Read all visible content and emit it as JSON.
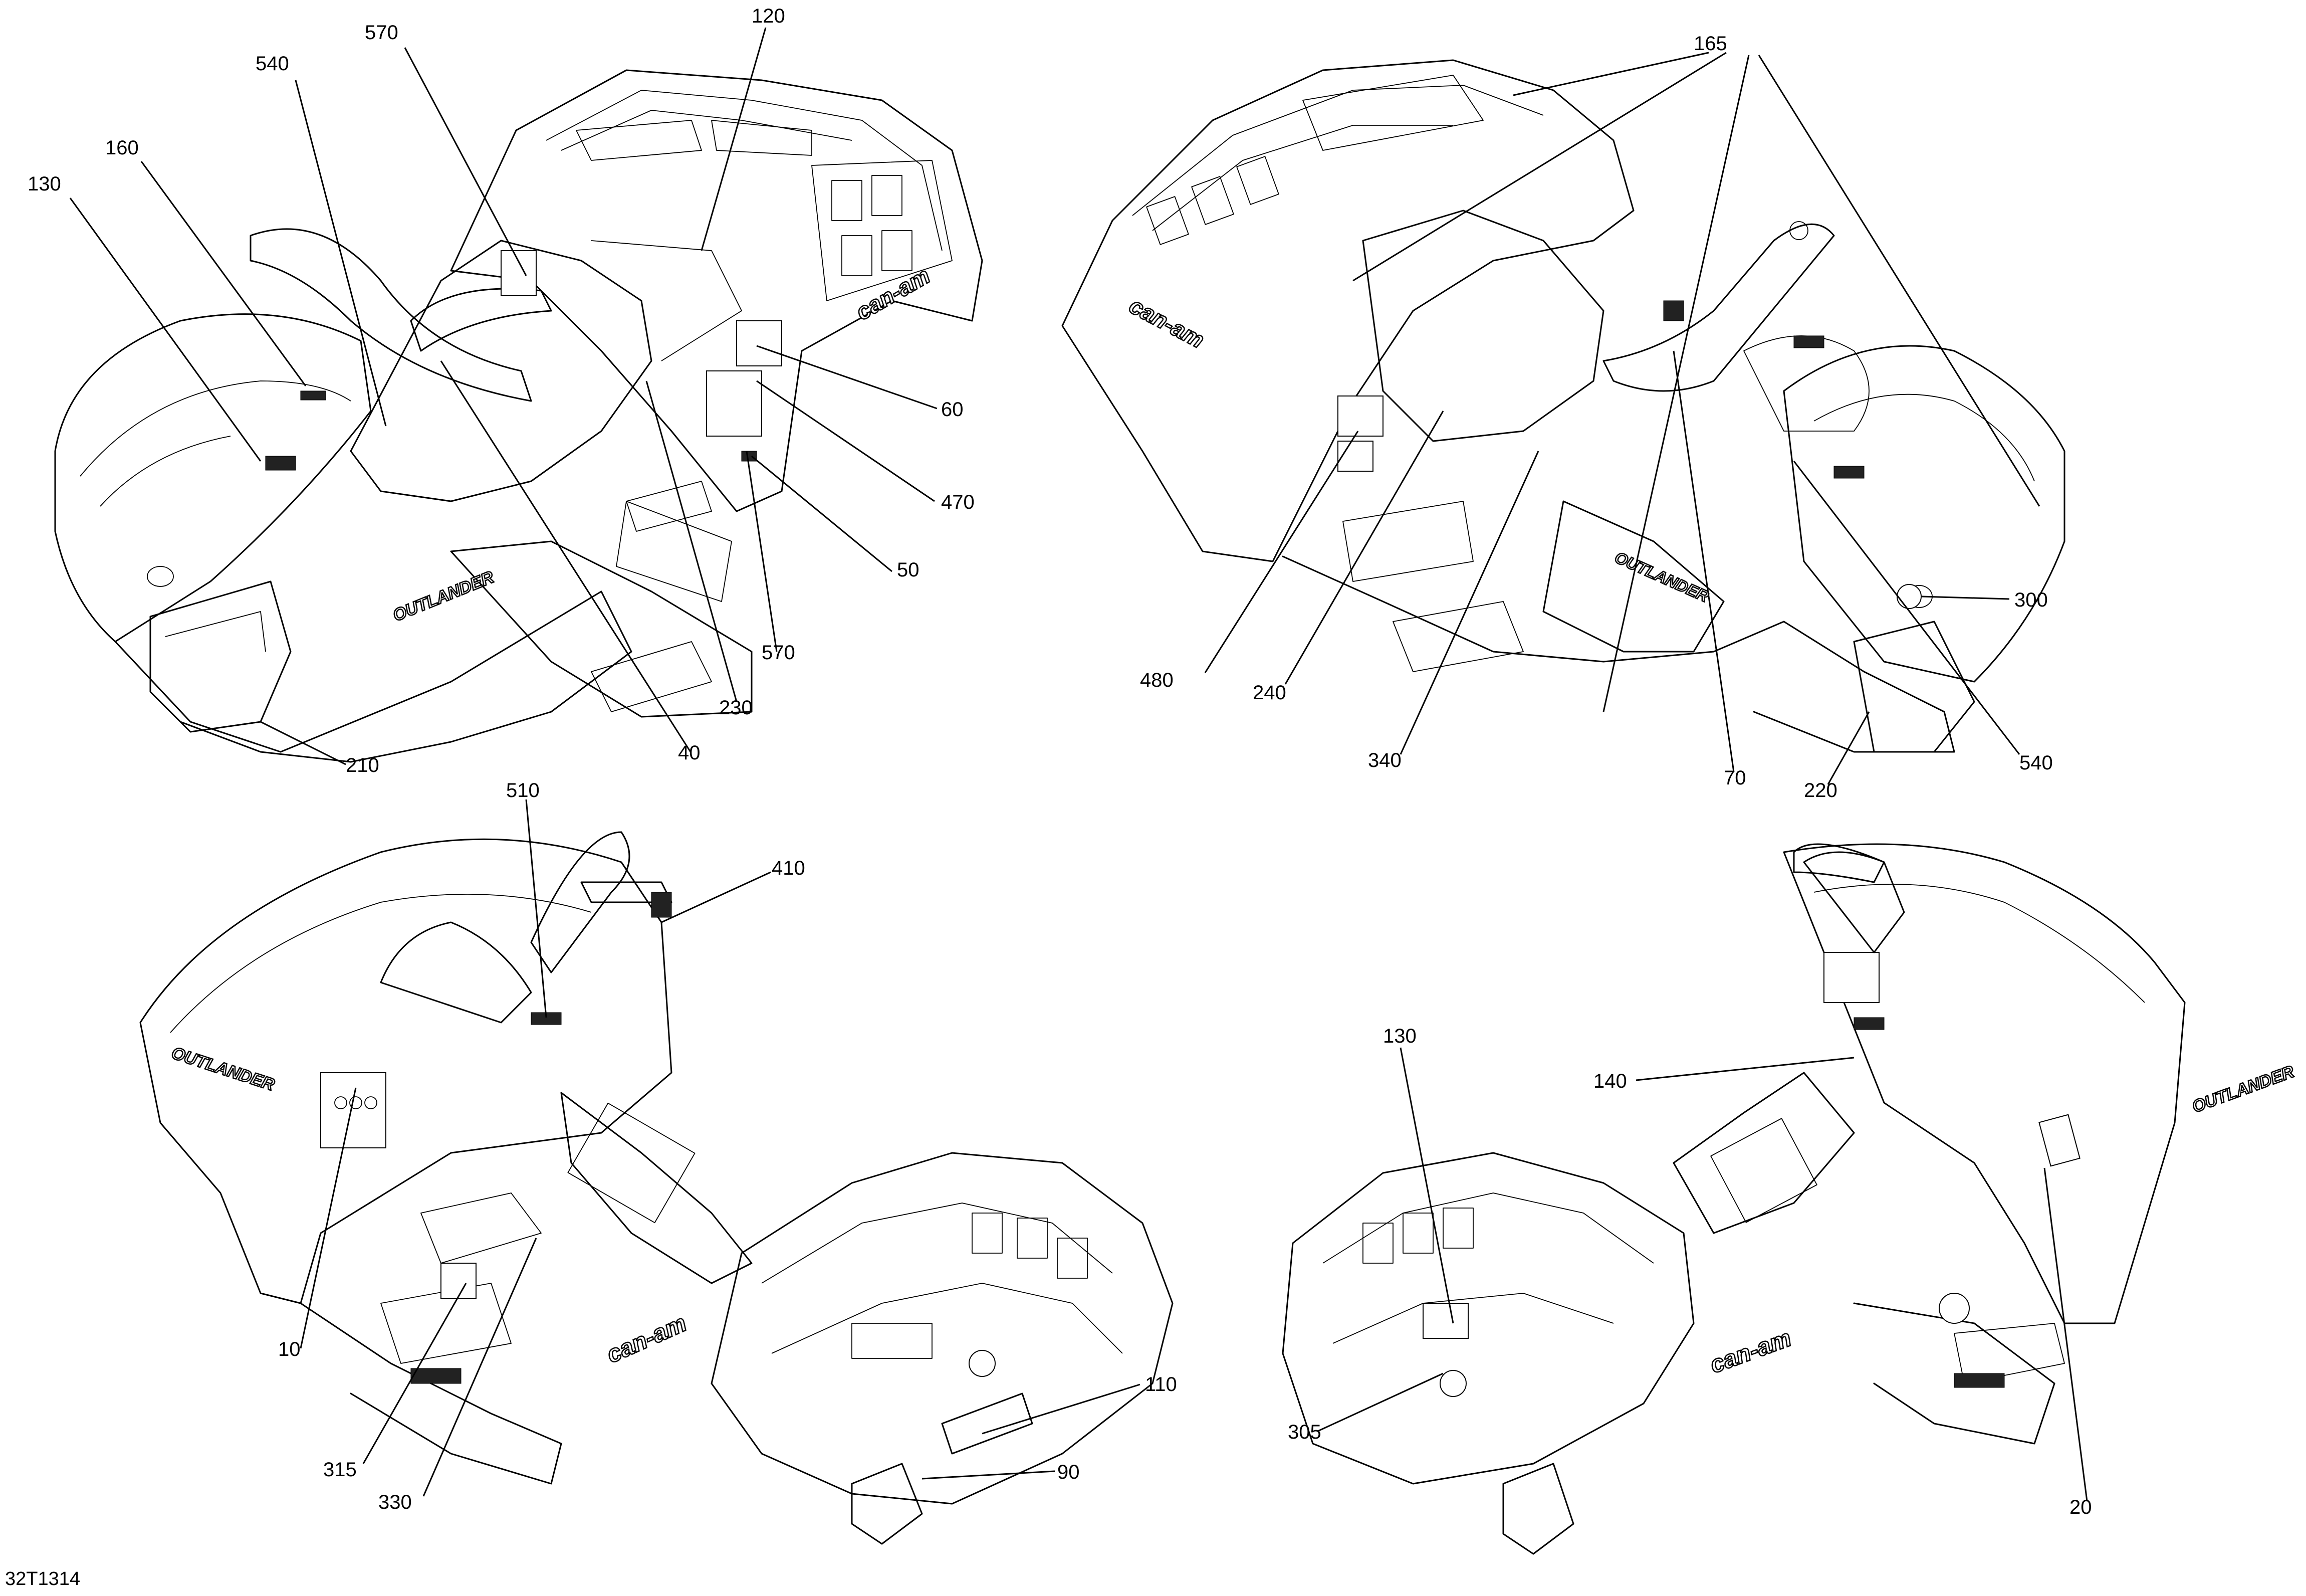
{
  "document_ref": "32T1314",
  "views": [
    {
      "id": "view-top-left",
      "callouts": [
        "130",
        "160",
        "540",
        "570",
        "120",
        "60",
        "470",
        "50",
        "570",
        "230",
        "40",
        "210"
      ]
    },
    {
      "id": "view-top-right",
      "callouts": [
        "165",
        "300",
        "480",
        "240",
        "340",
        "70",
        "220",
        "540"
      ]
    },
    {
      "id": "view-bottom-left",
      "callouts": [
        "510",
        "410",
        "10",
        "315",
        "330",
        "110",
        "90"
      ]
    },
    {
      "id": "view-bottom-right",
      "callouts": [
        "130",
        "140",
        "305",
        "20"
      ]
    }
  ],
  "decal_markings": {
    "brand": "can-am",
    "model": "OUTLANDER"
  }
}
